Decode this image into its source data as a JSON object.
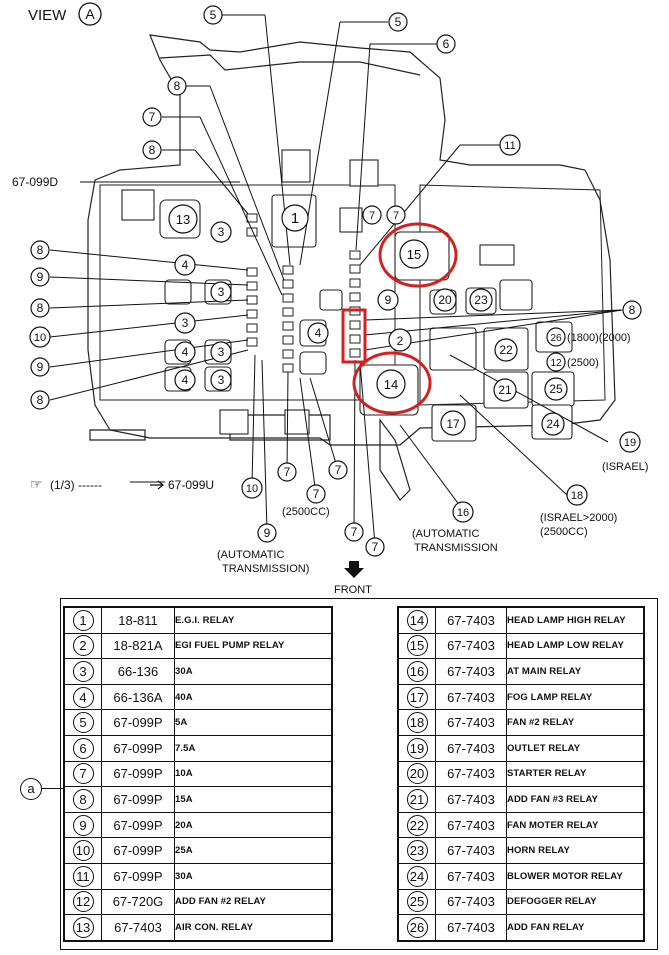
{
  "view_label": "VIEW",
  "view_letter": "A",
  "side_code_left": "67-099D",
  "side_code_bottom": "67-099U",
  "ref_label": "(1/3) ------",
  "front_label": "FRONT",
  "table_callout": "a",
  "callouts": {
    "c5": "5",
    "c6": "6",
    "c7": "7",
    "c8": "8",
    "c9": "9",
    "c10": "10",
    "c11": "11",
    "c16": "16",
    "c18": "18",
    "c19": "19"
  },
  "notes": {
    "at_left_1": "(AUTOMATIC",
    "at_left_2": "TRANSMISSION)",
    "at_right_1": "(AUTOMATIC",
    "at_right_2": "TRANSMISSION",
    "cc2500": "(2500CC)",
    "israel": "(ISRAEL)",
    "israel2000_1": "(ISRAEL>2000)",
    "israel2000_2": "(2500CC)",
    "n26": "(1800)(2000)",
    "n12": "(2500)"
  },
  "box_numbers": {
    "b1": "1",
    "b2": "2",
    "b3": "3",
    "b4": "4",
    "b7": "7",
    "b9": "9",
    "b12": "12",
    "b13": "13",
    "b14": "14",
    "b15": "15",
    "b17": "17",
    "b20": "20",
    "b21": "21",
    "b22": "22",
    "b23": "23",
    "b24": "24",
    "b25": "25",
    "b26": "26"
  },
  "parts_left": [
    {
      "num": "1",
      "code": "18-811",
      "desc": "E.G.I. RELAY"
    },
    {
      "num": "2",
      "code": "18-821A",
      "desc": "EGI FUEL PUMP RELAY"
    },
    {
      "num": "3",
      "code": "66-136",
      "desc": "30A"
    },
    {
      "num": "4",
      "code": "66-136A",
      "desc": "40A"
    },
    {
      "num": "5",
      "code": "67-099P",
      "desc": "5A"
    },
    {
      "num": "6",
      "code": "67-099P",
      "desc": "7.5A"
    },
    {
      "num": "7",
      "code": "67-099P",
      "desc": "10A"
    },
    {
      "num": "8",
      "code": "67-099P",
      "desc": "15A"
    },
    {
      "num": "9",
      "code": "67-099P",
      "desc": "20A"
    },
    {
      "num": "10",
      "code": "67-099P",
      "desc": "25A"
    },
    {
      "num": "11",
      "code": "67-099P",
      "desc": "30A"
    },
    {
      "num": "12",
      "code": "67-720G",
      "desc": "ADD FAN #2 RELAY"
    },
    {
      "num": "13",
      "code": "67-7403",
      "desc": "AIR CON. RELAY"
    }
  ],
  "parts_right": [
    {
      "num": "14",
      "code": "67-7403",
      "desc": "HEAD LAMP HIGH RELAY"
    },
    {
      "num": "15",
      "code": "67-7403",
      "desc": "HEAD LAMP LOW RELAY"
    },
    {
      "num": "16",
      "code": "67-7403",
      "desc": "AT MAIN RELAY"
    },
    {
      "num": "17",
      "code": "67-7403",
      "desc": "FOG LAMP RELAY"
    },
    {
      "num": "18",
      "code": "67-7403",
      "desc": "FAN #2 RELAY"
    },
    {
      "num": "19",
      "code": "67-7403",
      "desc": "OUTLET RELAY"
    },
    {
      "num": "20",
      "code": "67-7403",
      "desc": "STARTER RELAY"
    },
    {
      "num": "21",
      "code": "67-7403",
      "desc": "ADD FAN #3 RELAY"
    },
    {
      "num": "22",
      "code": "67-7403",
      "desc": "FAN MOTER RELAY"
    },
    {
      "num": "23",
      "code": "67-7403",
      "desc": "HORN RELAY"
    },
    {
      "num": "24",
      "code": "67-7403",
      "desc": "BLOWER MOTOR RELAY"
    },
    {
      "num": "25",
      "code": "67-7403",
      "desc": "DEFOGGER RELAY"
    },
    {
      "num": "26",
      "code": "67-7403",
      "desc": "ADD FAN RELAY"
    }
  ],
  "highlight_color": "#d42020"
}
